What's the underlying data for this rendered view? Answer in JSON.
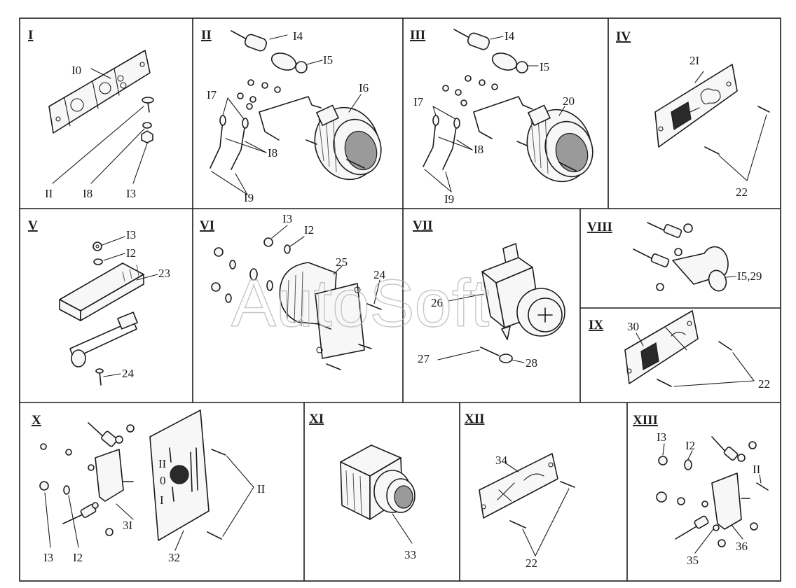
{
  "watermark": "AutoSoft",
  "panels": [
    {
      "roman": "I",
      "labels": [
        "I0",
        "II",
        "I8",
        "I3"
      ]
    },
    {
      "roman": "II",
      "labels": [
        "I4",
        "I5",
        "I6",
        "I7",
        "I8",
        "I9"
      ]
    },
    {
      "roman": "III",
      "labels": [
        "I4",
        "I5",
        "20",
        "I7",
        "I8",
        "I9"
      ]
    },
    {
      "roman": "IV",
      "labels": [
        "2I",
        "22"
      ]
    },
    {
      "roman": "V",
      "labels": [
        "I3",
        "I2",
        "23",
        "24"
      ]
    },
    {
      "roman": "VI",
      "labels": [
        "I3",
        "I2",
        "25",
        "24"
      ]
    },
    {
      "roman": "VII",
      "labels": [
        "26",
        "27",
        "28"
      ]
    },
    {
      "roman": "VIII",
      "labels": [
        "I5,29"
      ]
    },
    {
      "roman": "IX",
      "labels": [
        "30",
        "22"
      ]
    },
    {
      "roman": "X",
      "labels": [
        "3I",
        "32",
        "II",
        "I3",
        "I2"
      ]
    },
    {
      "roman": "XI",
      "labels": [
        "33"
      ]
    },
    {
      "roman": "XII",
      "labels": [
        "34",
        "22"
      ]
    },
    {
      "roman": "XIII",
      "labels": [
        "I3",
        "I2",
        "II",
        "35",
        "36"
      ]
    }
  ],
  "plate_symbols": {
    "x_plate_top": "II",
    "x_plate_mid": "0",
    "x_plate_bot": "I"
  }
}
